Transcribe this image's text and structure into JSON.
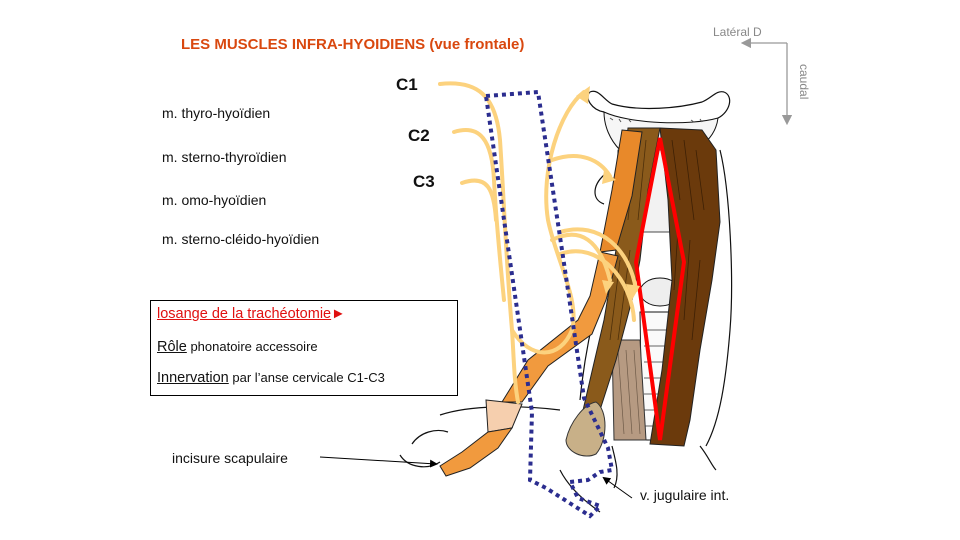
{
  "title": "LES MUSCLES INFRA-HYOIDIENS (vue frontale)",
  "orientation": {
    "lateral": "Latéral D",
    "caudal": "caudal"
  },
  "muscles": [
    "m. thyro-hyoïdien",
    "m. sterno-thyroïdien",
    "m. omo-hyoïdien",
    "m. sterno-cléido-hyoïdien"
  ],
  "nerves": [
    "C1",
    "C2",
    "C3"
  ],
  "infobox": {
    "tracheotomy": "losange de la trachéotomie",
    "arrow": "►",
    "role_label": "Rôle",
    "role_text": " phonatoire accessoire",
    "innervation_label": "Innervation",
    "innervation_text": " par l’anse cervicale C1-C3"
  },
  "labels": {
    "incisure": "incisure scapulaire",
    "jugular": "v. jugulaire int."
  },
  "colors": {
    "title": "#d9480f",
    "nerve_fibres": "#fcd27e",
    "ansa_box": "#2b2d8f",
    "rhombus": "#ff0000",
    "muscle_dark": "#6b3a0c",
    "muscle_orange": "#e8892a"
  }
}
